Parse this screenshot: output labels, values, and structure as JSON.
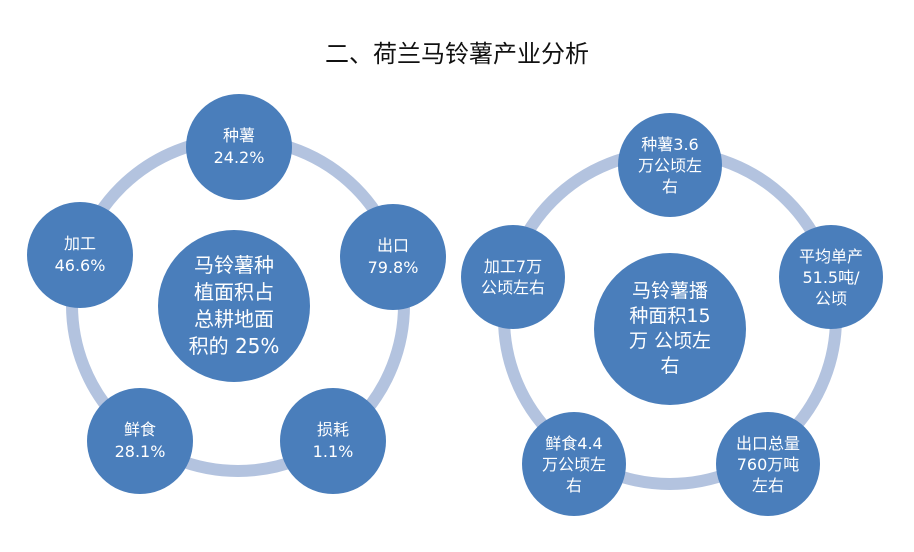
{
  "title": "二、荷兰马铃薯产业分析",
  "colors": {
    "node": "#4a7ebb",
    "ring": "#b3c3df"
  },
  "left_cycle": {
    "center": [
      "马铃薯种",
      "植面积占",
      "总耕地面",
      "积的 25%"
    ],
    "nodes": [
      {
        "lines": [
          "种薯",
          "24.2%"
        ]
      },
      {
        "lines": [
          "出口",
          "79.8%"
        ]
      },
      {
        "lines": [
          "损耗",
          "1.1%"
        ]
      },
      {
        "lines": [
          "鲜食",
          "28.1%"
        ]
      },
      {
        "lines": [
          "加工",
          "46.6%"
        ]
      }
    ]
  },
  "right_cycle": {
    "center": [
      "马铃薯播",
      "种面积15",
      "万 公顷左",
      "右"
    ],
    "nodes": [
      {
        "lines": [
          "种薯3.6",
          "万公顷左",
          "右"
        ]
      },
      {
        "lines": [
          "平均单产",
          "51.5吨/",
          "公顷"
        ]
      },
      {
        "lines": [
          "出口总量",
          "760万吨",
          "左右"
        ]
      },
      {
        "lines": [
          "鲜食4.4",
          "万公顷左",
          "右"
        ]
      },
      {
        "lines": [
          "加工7万",
          "公顷左右"
        ]
      }
    ]
  }
}
